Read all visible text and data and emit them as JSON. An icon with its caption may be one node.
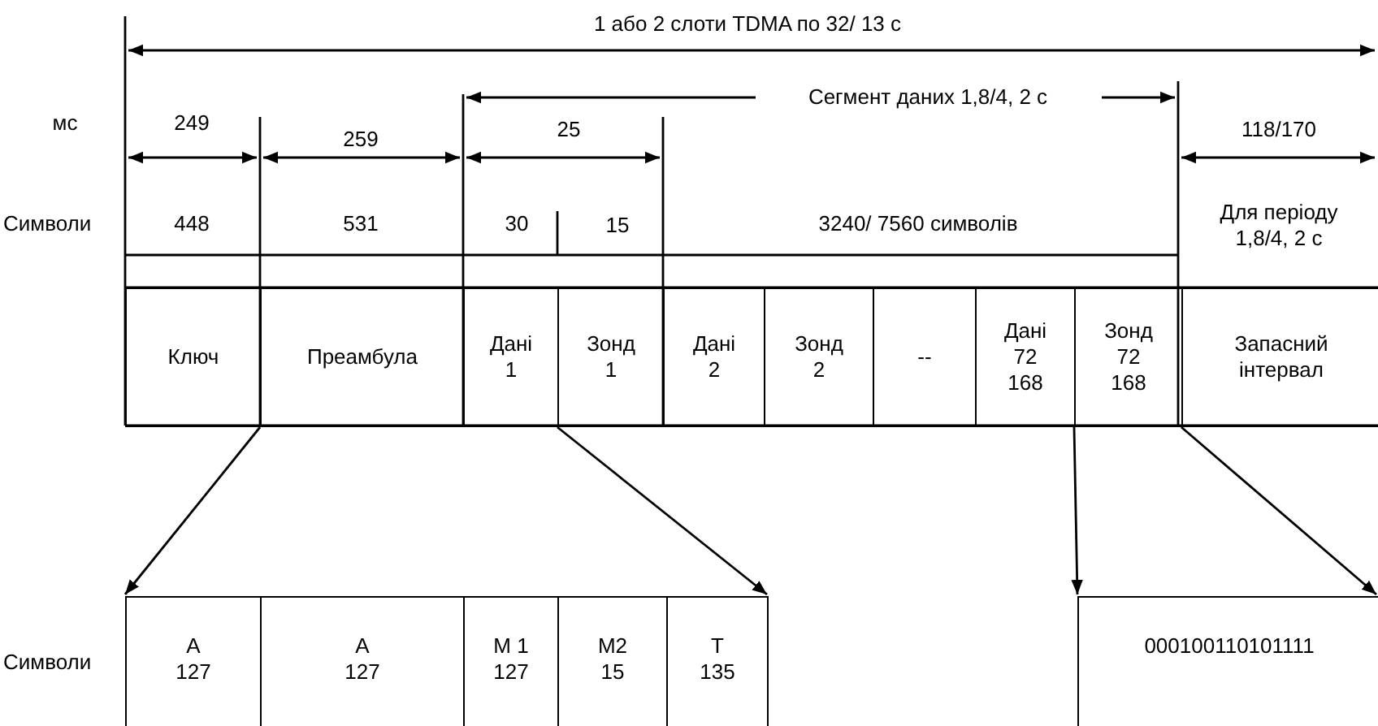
{
  "diagram": {
    "nodes": [
      {
        "text": [
          "Ключ"
        ]
      },
      {
        "text": [
          "Преамбула"
        ]
      },
      {
        "text": [
          "Дані 1"
        ]
      },
      {
        "text": [
          "Зонд 1"
        ]
      },
      {
        "text": [
          "Дані 2"
        ]
      },
      {
        "text": [
          "Зонд 2"
        ]
      },
      {
        "text": [
          "--"
        ]
      },
      {
        "text": [
          "Дані 72 168"
        ]
      },
      {
        "text": [
          "Зонд 72 168"
        ]
      },
      {
        "text": [
          "Запасний інтервал"
        ]
      },
      {
        "text": [
          "A 127"
        ]
      },
      {
        "text": [
          "A 127"
        ]
      },
      {
        "text": [
          "M 1 127"
        ]
      },
      {
        "text": [
          "M2 15"
        ]
      },
      {
        "text": [
          "T 135"
        ]
      },
      {
        "text": [
          "000100110101111"
        ]
      }
    ],
    "edges": [
      {
        "from": 1,
        "to": 10,
        "arrow": "to"
      },
      {
        "from": 2,
        "to": 14,
        "arrow": "to"
      },
      {
        "from": 8,
        "to": 15,
        "arrow": "to"
      },
      {
        "from": 8,
        "to": 15,
        "arrow": "to"
      }
    ],
    "labels": [
      "1 або 2 слоти TDMA по 32/ 13 с",
      "мс",
      "249",
      "259",
      "25",
      "Сегмент даних 1,8/4, 2 с",
      "118/170",
      "Символи",
      "448",
      "531",
      "30",
      "15",
      "3240/ 7560 символів",
      "Для періоду 1,8/4, 2 с",
      "Символи"
    ]
  }
}
